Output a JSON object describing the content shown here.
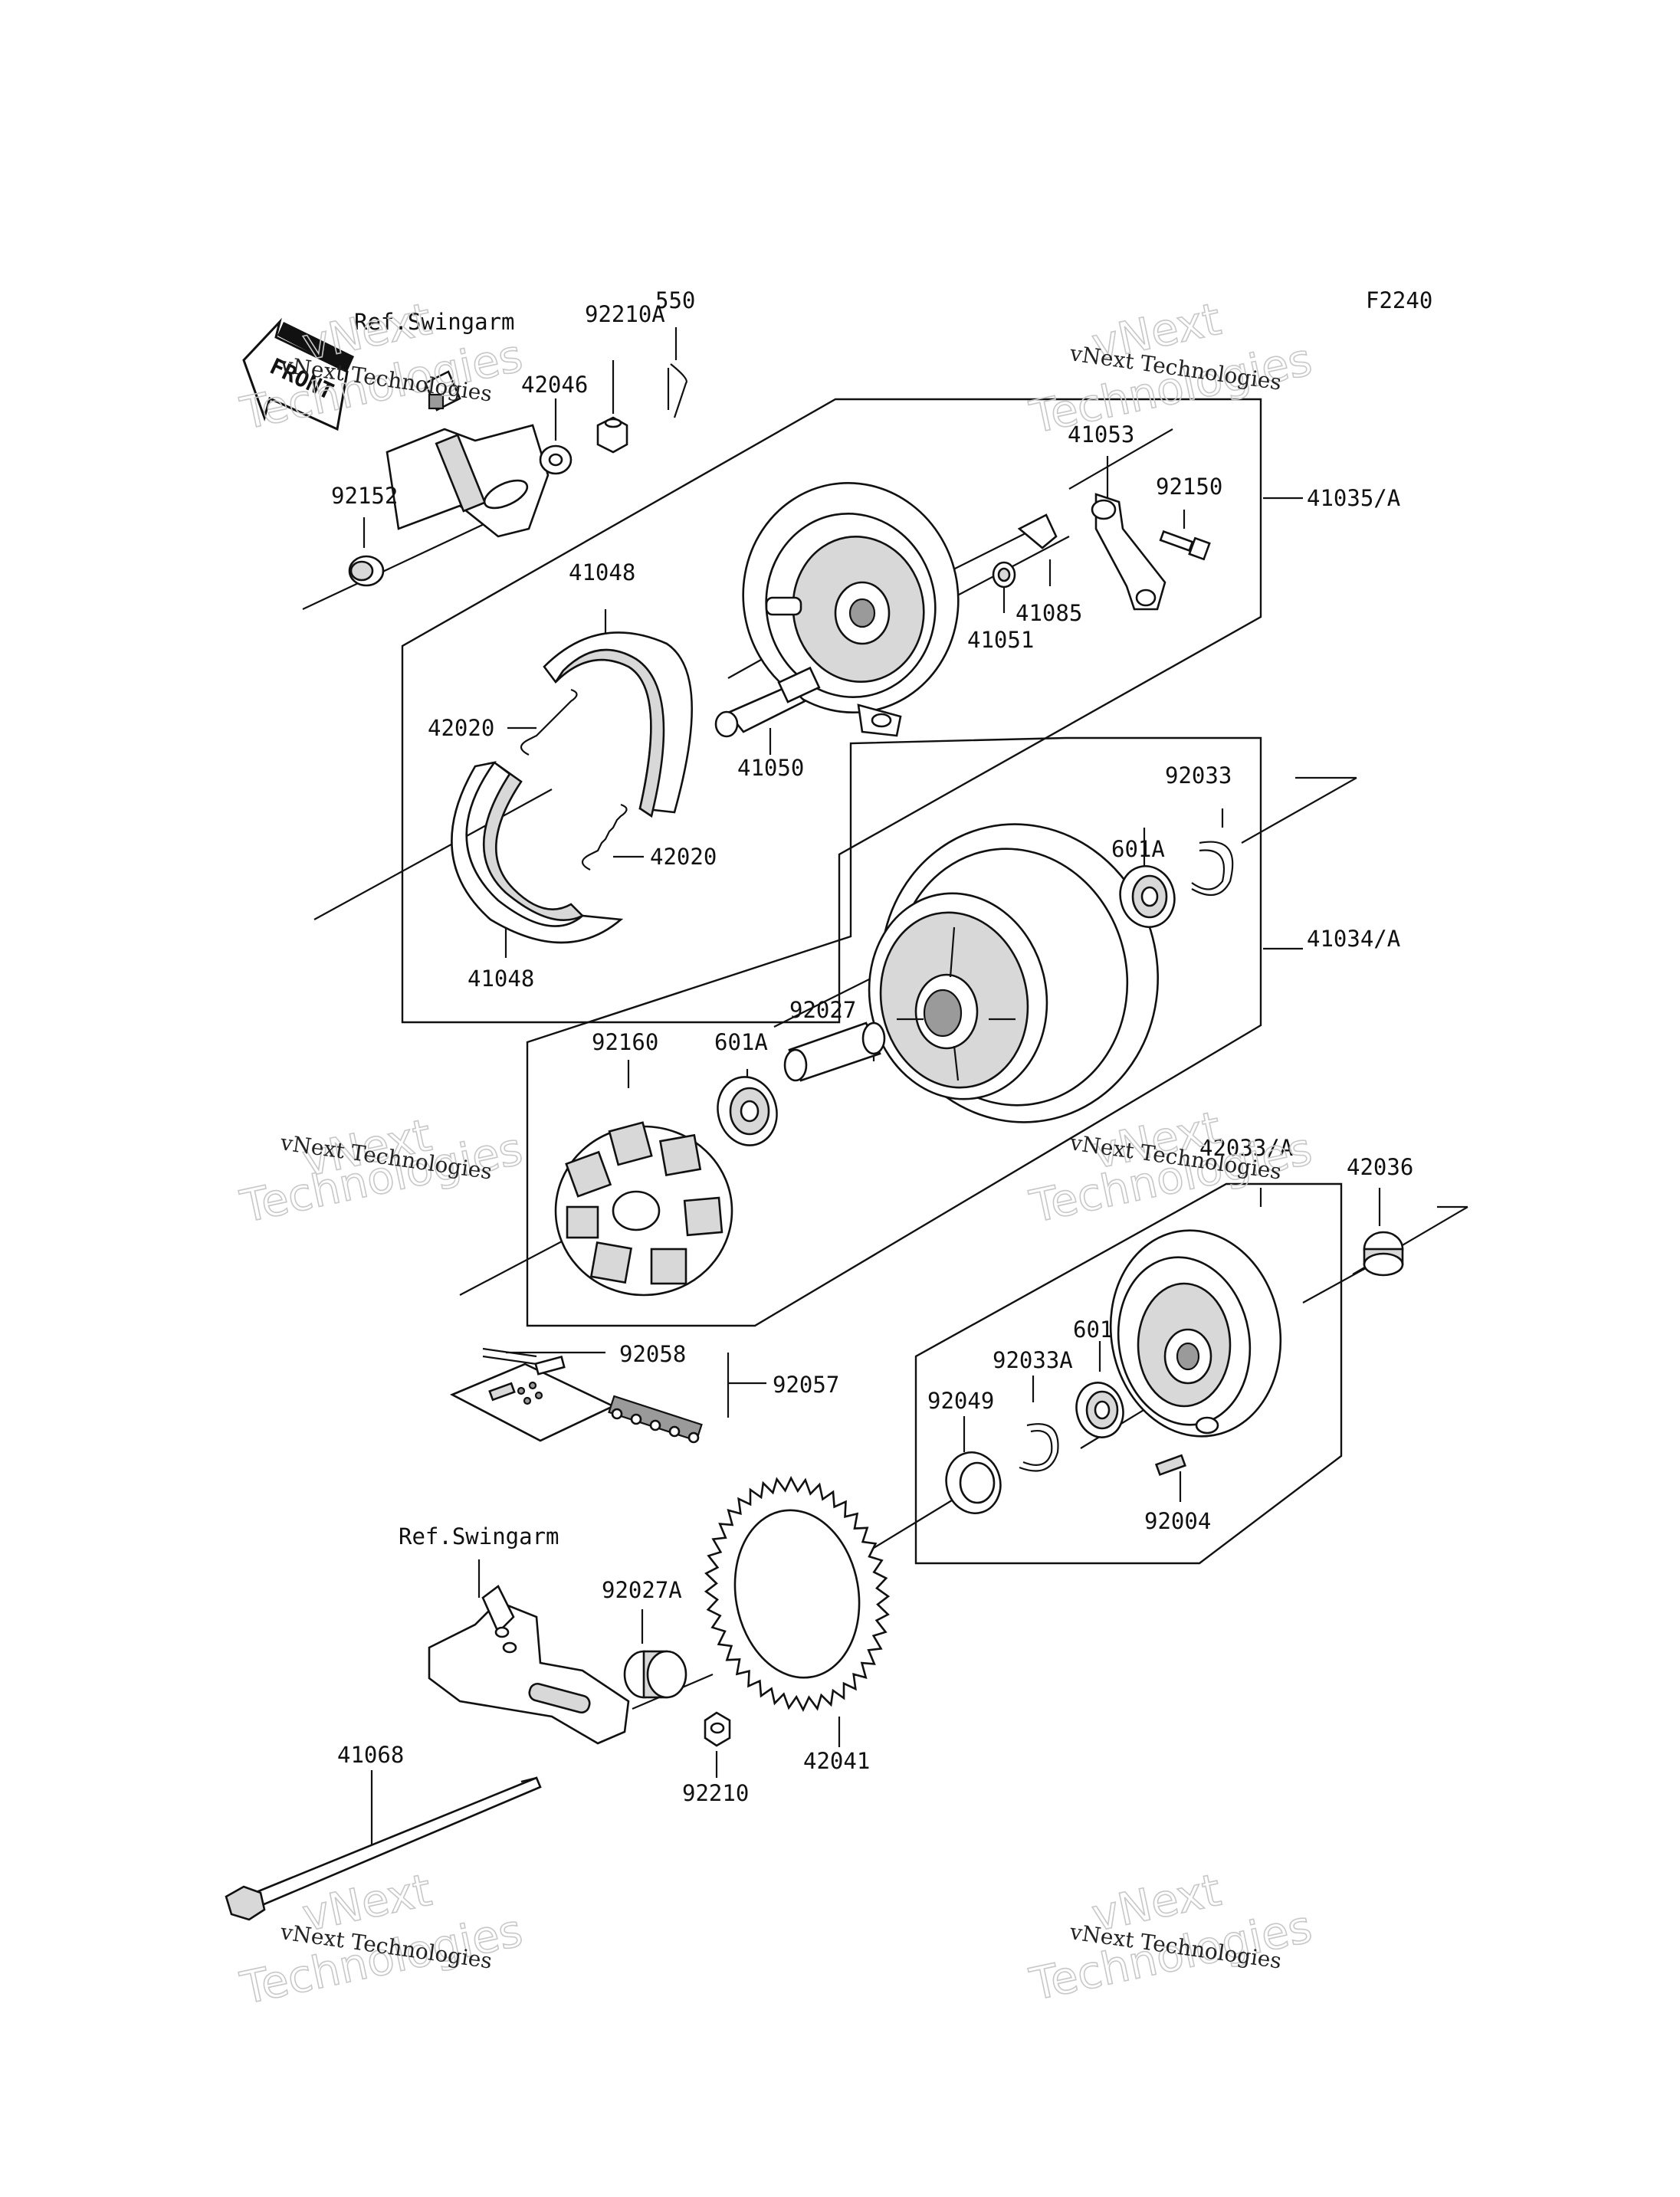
{
  "diagram": {
    "code": "F2240",
    "front_label": "FRONT",
    "part_labels": {
      "p550": "550",
      "p92210A": "92210A",
      "p42046": "42046",
      "p92152": "92152",
      "ref_swingarm_top": "Ref.Swingarm",
      "p41053": "41053",
      "p92150": "92150",
      "p41035A": "41035/A",
      "p41048_top": "41048",
      "p41085": "41085",
      "p41051": "41051",
      "p42020_top": "42020",
      "p41050": "41050",
      "p42020_mid": "42020",
      "p41048_bot": "41048",
      "p92033": "92033",
      "p601A_right": "601A",
      "p41034A": "41034/A",
      "p92027": "92027",
      "p92160": "92160",
      "p601A_left": "601A",
      "p42033A": "42033/A",
      "p42036": "42036",
      "p92058": "92058",
      "p92057": "92057",
      "p601": "601",
      "p92033A": "92033A",
      "p92049": "92049",
      "p92004": "92004",
      "ref_swingarm_bottom": "Ref.Swingarm",
      "p92027A": "92027A",
      "p41068": "41068",
      "p42041": "42041",
      "p92210": "92210"
    },
    "watermarks": {
      "line1": "vNext",
      "line2": "vNext Technologies",
      "line3": "Technologies"
    }
  }
}
